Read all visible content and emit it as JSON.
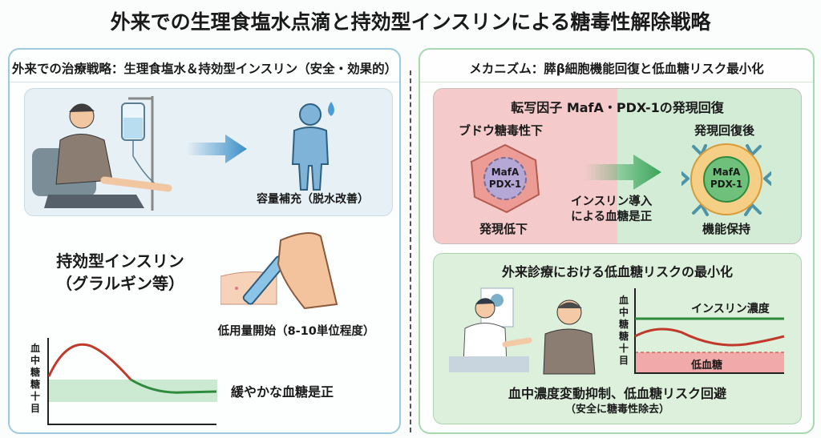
{
  "title": "外来での生理食塩水点滴と持効型インスリンによる糖毒性解除戦略",
  "left": {
    "header": "外来での治療戦略：生理食塩水＆持効型インスリン（安全・効果的）",
    "volume_label": "容量補充（脱水改善）",
    "insulin_title_1": "持効型インスリン",
    "insulin_title_2": "（グラルギン等）",
    "dose_label": "低用量開始（8-10単位程度）",
    "graph_ylabel": "血中糖糖十目",
    "graph_note": "緩やかな血糖是正"
  },
  "right": {
    "header": "メカニズム：膵β細胞機能回復と低血糖リスク最小化",
    "top": {
      "title": "転写因子 MafA・PDX-1の発現回復",
      "before_label": "ブドウ糖毒性下",
      "before_cell_1": "MafA",
      "before_cell_2": "PDX-1",
      "before_caption": "発現低下",
      "arrow_label_1": "インスリン導入",
      "arrow_label_2": "による血糖是正",
      "after_label": "発現回復後",
      "after_cell_1": "MafA",
      "after_cell_2": "PDX-1",
      "after_caption": "機能保持"
    },
    "bottom": {
      "title": "外来診療における低血糖リスクの最小化",
      "graph_ylabel": "血中糖糖十目",
      "insulin_line_label": "インスリン濃度",
      "hypo_label": "低血糖",
      "summary_1": "血中濃度変動抑制、低血糖リスク回避",
      "summary_2": "（安全に糖毒性除去）"
    }
  },
  "colors": {
    "blue_accent": "#3a8fc8",
    "green": "#2e8b3e",
    "red": "#c0392b",
    "hypo_band": "#f2a9aa"
  }
}
